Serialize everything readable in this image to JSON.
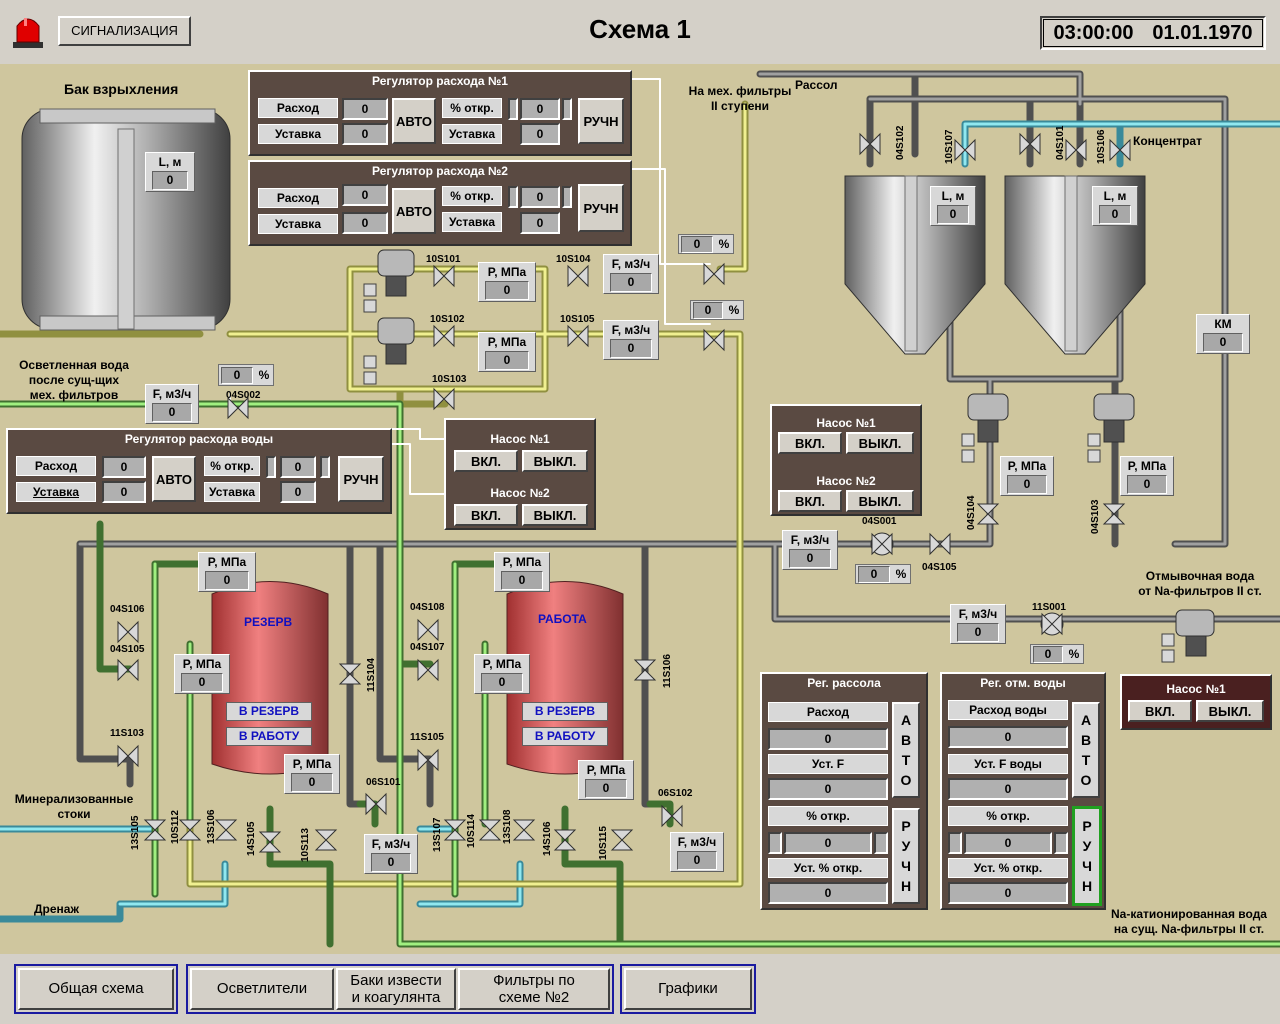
{
  "header": {
    "alarm_label": "СИГНАЛИЗАЦИЯ",
    "title": "Схема 1",
    "time": "03:00:00",
    "date": "01.01.1970"
  },
  "tank_label": "Бак взрыхления",
  "tank_level": {
    "label": "L, м",
    "value": "0"
  },
  "clarified": {
    "line1": "Осветленная вода",
    "line2": "после сущ-щих",
    "line3": "мех. фильтров"
  },
  "mech_filters": {
    "line1": "На мех. фильтры",
    "line2": "II ступени"
  },
  "brine": "Рассол",
  "concentrate": "Концентрат",
  "mineral": {
    "line1": "Минерализованные",
    "line2": "стоки"
  },
  "drain": "Дренаж",
  "wash_water": {
    "line1": "Отмывочная вода",
    "line2": "от Na-фильтров II ст."
  },
  "na_water": {
    "line1": "Na-катионированная вода",
    "line2": "на сущ. Na-фильтры II ст."
  },
  "reg1": {
    "title": "Регулятор расхода №1",
    "flow": "Расход",
    "setpoint": "Уставка",
    "flow_val": "0",
    "set_val": "0",
    "auto": "АВТО",
    "open": "% откр.",
    "open_val": "0",
    "set2": "Уставка",
    "set2_val": "0",
    "manual": "РУЧН"
  },
  "reg2": {
    "title": "Регулятор расхода №2",
    "flow": "Расход",
    "setpoint": "Уставка",
    "flow_val": "0",
    "set_val": "0",
    "auto": "АВТО",
    "open": "% откр.",
    "open_val": "0",
    "set2": "Уставка",
    "set2_val": "0",
    "manual": "РУЧН"
  },
  "regw": {
    "title": "Регулятор расхода воды",
    "flow": "Расход",
    "setpoint": "Уставка",
    "flow_val": "0",
    "set_val": "0",
    "auto": "АВТО",
    "open": "% откр.",
    "open_val": "0",
    "set2": "Уставка",
    "set2_val": "0",
    "manual": "РУЧН"
  },
  "pumps_a": {
    "p1": "Насос №1",
    "p2": "Насос №2",
    "on": "ВКЛ.",
    "off": "ВЫКЛ."
  },
  "pumps_b": {
    "p1": "Насос №1",
    "p2": "Насос №2",
    "on": "ВКЛ.",
    "off": "ВЫКЛ."
  },
  "pump_c": {
    "p1": "Насос №1",
    "on": "ВКЛ.",
    "off": "ВЫКЛ."
  },
  "valves": {
    "v10S101": "10S101",
    "v10S102": "10S102",
    "v10S103": "10S103",
    "v10S104": "10S104",
    "v10S105": "10S105",
    "v04S002": "04S002",
    "v04S102": "04S102",
    "v10S107": "10S107",
    "v04S101": "04S101",
    "v10S106": "10S106",
    "v04S104": "04S104",
    "v04S103": "04S103",
    "v04S001": "04S001",
    "v04S105": "04S105",
    "v11S001": "11S001",
    "v04S106": "04S106",
    "v04S105b": "04S105",
    "v11S103": "11S103",
    "v04S108": "04S108",
    "v04S107": "04S107",
    "v11S105": "11S105",
    "v11S104": "11S104",
    "v11S106": "11S106",
    "v06S101": "06S101",
    "v06S102": "06S102",
    "v13S105": "13S105",
    "v10S112": "10S112",
    "v13S106": "13S106",
    "v14S105": "14S105",
    "v10S113": "10S113",
    "v13S107": "13S107",
    "v10S114": "10S114",
    "v13S108": "13S108",
    "v14S106": "14S106",
    "v10S115": "10S115"
  },
  "gauges": {
    "p_label": "P, МПа",
    "f_label": "F, м3/ч",
    "l_label": "L, м",
    "km_label": "КМ",
    "zero": "0",
    "pct": "%"
  },
  "filters": {
    "reserve": "РЕЗЕРВ",
    "work": "РАБОТА",
    "to_reserve": "В РЕЗЕРВ",
    "to_work": "В РАБОТУ"
  },
  "reg_brine": {
    "title": "Рег. рассола",
    "flow": "Расход",
    "flow_val": "0",
    "setf": "Уст. F",
    "setf_val": "0",
    "open": "% откр.",
    "open_val": "0",
    "set_open": "Уст. % откр.",
    "set_open_val": "0",
    "auto_letters": [
      "А",
      "В",
      "Т",
      "О"
    ],
    "manual_letters": [
      "Р",
      "У",
      "Ч",
      "Н"
    ]
  },
  "reg_wash": {
    "title": "Рег. отм. воды",
    "flow": "Расход воды",
    "flow_val": "0",
    "setf": "Уст. F воды",
    "setf_val": "0",
    "open": "% откр.",
    "open_val": "0",
    "set_open": "Уст. % откр.",
    "set_open_val": "0",
    "auto_letters": [
      "А",
      "В",
      "Т",
      "О"
    ],
    "manual_letters": [
      "Р",
      "У",
      "Ч",
      "Н"
    ]
  },
  "nav": {
    "general": "Общая схема",
    "clarifiers": "Осветлители",
    "tanks_l1": "Баки извести",
    "tanks_l2": "и коагулянта",
    "filters_l1": "Фильтры по",
    "filters_l2": "схеме №2",
    "graphs": "Графики"
  },
  "colors": {
    "bg": "#cfc69e",
    "pipe_yellow": "#e8e070",
    "pipe_green": "#80d060",
    "pipe_gray": "#707070",
    "pipe_cyan": "#70d0e0",
    "panel": "#5a4a42",
    "filter_red": "#e86060"
  }
}
